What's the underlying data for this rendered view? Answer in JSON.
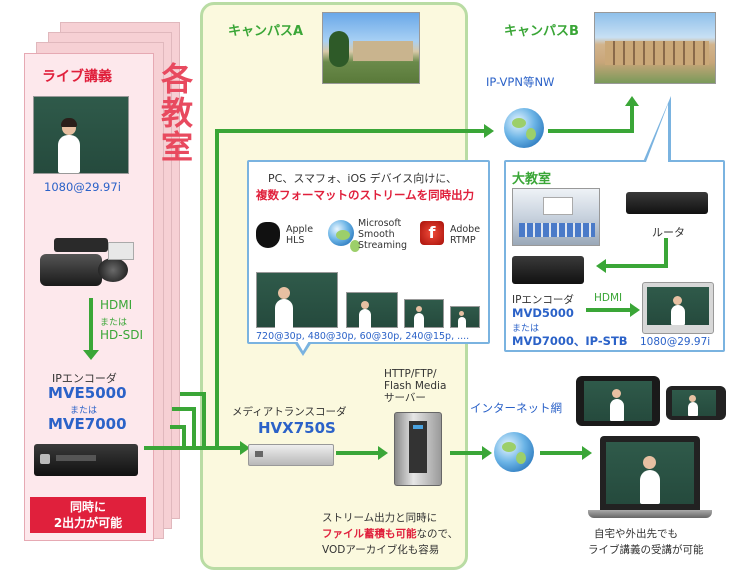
{
  "campus_a": {
    "title": "キャンパスA"
  },
  "campus_b": {
    "title": "キャンパスB",
    "network": "IP-VPN等NW"
  },
  "classrooms": {
    "vertical_label": "各教室",
    "live_lecture": "ライブ講義",
    "resolution": "1080@29.97i",
    "signal_hdmi": "HDMI",
    "signal_or": "または",
    "signal_sdi": "HD-SDI",
    "encoder_label": "IPエンコーダ",
    "encoder_model1": "MVE5000",
    "encoder_or": "または",
    "encoder_model2": "MVE7000",
    "dual_output_line1": "同時に",
    "dual_output_line2": "2出力が可能"
  },
  "transcoder": {
    "label": "メディアトランスコーダ",
    "model": "HVX750S"
  },
  "bubble": {
    "line1": "PC、スマフォ、iOS デバイス向けに、",
    "line2": "複数フォーマットのストリームを同時出力",
    "formats": [
      {
        "name_line1": "Apple",
        "name_line2": "HLS",
        "icon": "apple-icon"
      },
      {
        "name_line1": "Microsoft",
        "name_line2": "Smooth",
        "name_line3": "Streaming",
        "icon": "silverlight-icon"
      },
      {
        "name_line1": "Adobe",
        "name_line2": "RTMP",
        "icon": "flash-icon"
      }
    ],
    "resolutions": "720@30p, 480@30p, 60@30p, 240@15p, ...."
  },
  "server": {
    "label_line1": "HTTP/FTP/",
    "label_line2": "Flash Media",
    "label_line3": "サーバー",
    "note_line1": "ストリーム出力と同時に",
    "note_line2_red": "ファイル蓄積も可能",
    "note_line2_rest": "なので、",
    "note_line3": "VODアーカイブ化も容易"
  },
  "lecture_hall": {
    "title": "大教室",
    "router": "ルータ",
    "decoder_label": "IPエンコーダ",
    "decoder_model1": "MVD5000",
    "decoder_or": "または",
    "decoder_model2": "MVD7000、IP-STB",
    "hdmi": "HDMI",
    "resolution": "1080@29.97i"
  },
  "internet": {
    "label": "インターネット網",
    "note_line1": "自宅や外出先でも",
    "note_line2": "ライブ講義の受講が可能"
  },
  "colors": {
    "arrow_green": "#3aa637",
    "accent_red": "#e0203c",
    "accent_blue": "#2b62c8",
    "campus_a_bg": "#fbf9de"
  }
}
